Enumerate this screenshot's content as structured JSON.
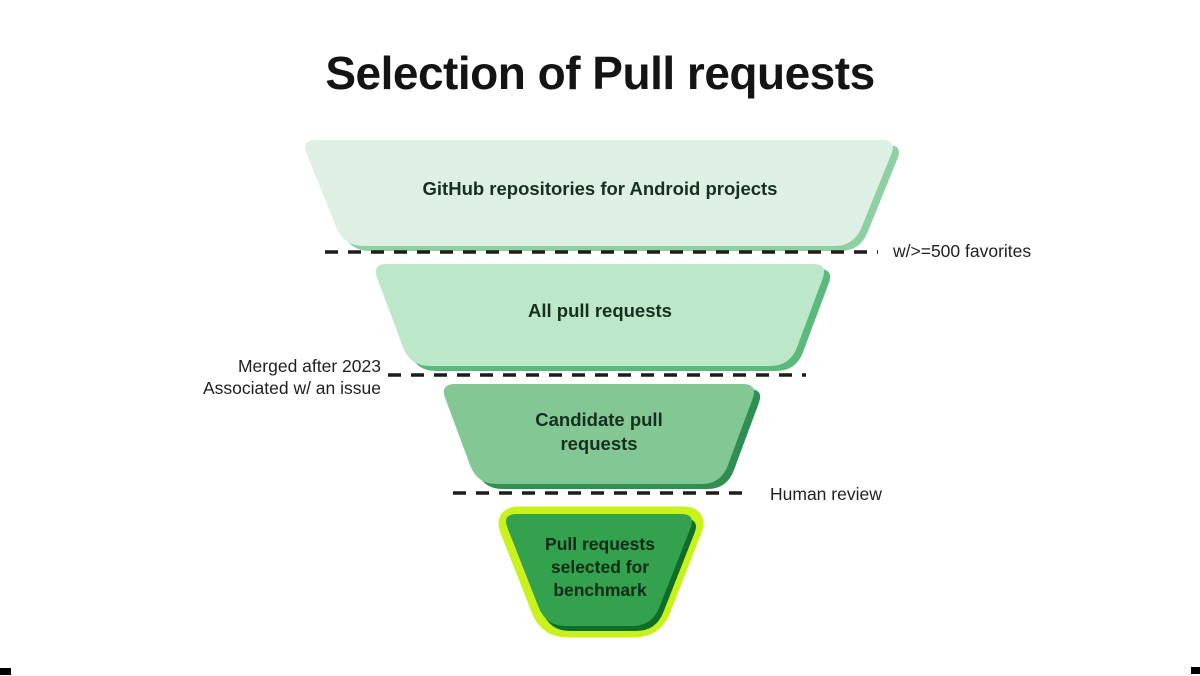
{
  "title": "Selection of Pull requests",
  "colors": {
    "background": "#ffffff",
    "title_text": "#141414",
    "funnel_text": "#15301f",
    "filter_text": "#1f1f1f",
    "dashed_line": "#1c1c1c",
    "corner_mark": "#000000"
  },
  "funnel": {
    "levels": [
      {
        "label": "GitHub repositories for Android projects",
        "fill": "#ddf0e3",
        "edge": "#8fd0a3"
      },
      {
        "label": "All pull requests",
        "fill": "#bce7c8",
        "edge": "#5bb97d"
      },
      {
        "label": "Candidate pull requests",
        "fill": "#83c795",
        "edge": "#2f8f52"
      },
      {
        "label": "Pull requests selected for benchmark",
        "fill": "#34a14e",
        "edge": "#0f6d2a",
        "outline": "#c9f21c"
      }
    ],
    "filters": [
      {
        "label": "w/>=500 favorites",
        "side": "right"
      },
      {
        "label": "Merged after 2023\nAssociated w/ an issue",
        "side": "left"
      },
      {
        "label": "Human review",
        "side": "right"
      }
    ]
  }
}
